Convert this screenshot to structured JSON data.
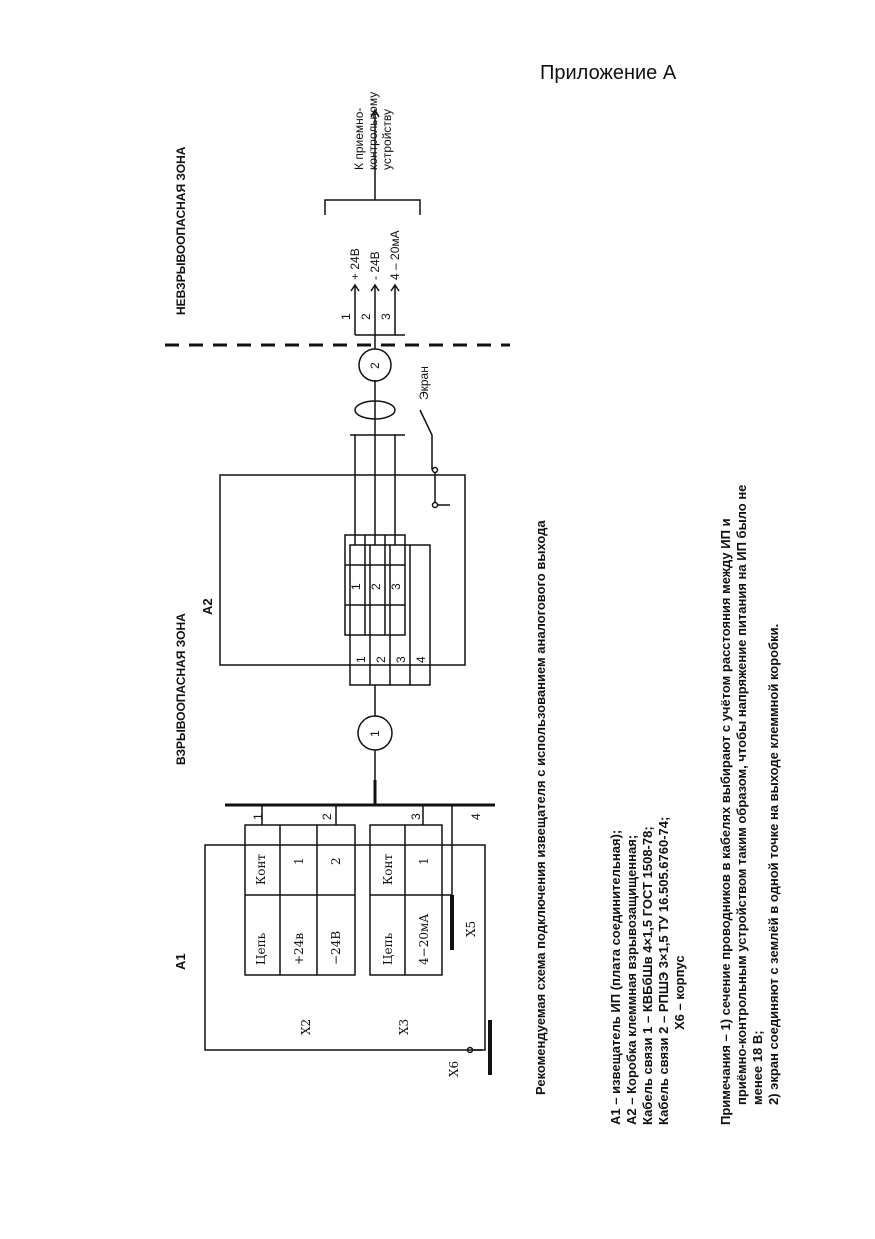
{
  "page": {
    "title": "Приложение А"
  },
  "diagram": {
    "caption": "Рекомендуемая схема подключения извещателя с использованием аналогового выхода",
    "zones": {
      "explosive": "ВЗРЫВООПАСНАЯ ЗОНА",
      "safe": "НЕВЗРЫВООПАСНАЯ ЗОНА"
    },
    "a1": {
      "label": "А1",
      "x2": {
        "label": "Х2",
        "header_circuit": "Цепь",
        "header_contact": "Конт",
        "rows": [
          {
            "circuit": "+24в",
            "contact": "1"
          },
          {
            "circuit": "−24В",
            "contact": "2"
          }
        ]
      },
      "x3": {
        "label": "Х3",
        "header_circuit": "Цепь",
        "header_contact": "Конт",
        "rows": [
          {
            "circuit": "4−20мА",
            "contact": "1"
          }
        ]
      },
      "x5": "Х5",
      "x6": "Х6"
    },
    "bus_wires": [
      "1",
      "2",
      "3",
      "4"
    ],
    "cable1": "1",
    "cable2": "2",
    "a2": {
      "label": "А2",
      "in_contacts": [
        "1",
        "2",
        "3",
        "4"
      ],
      "block": [
        "1",
        "2",
        "3"
      ]
    },
    "screen_label": "Экран",
    "outputs": [
      {
        "num": "1",
        "label": "+ 24В"
      },
      {
        "num": "2",
        "label": "- 24В"
      },
      {
        "num": "3",
        "label": "4 – 20мА"
      }
    ],
    "destination": [
      "К приемно-",
      "контрольному",
      "устройству"
    ]
  },
  "legend": [
    "А1 – извещатель ИП (плата соединительная);",
    "А2 – Коробка клеммная взрывозащищенная;",
    "Кабель связи 1 –  КВБбШв 4×1,5 ГОСТ 1508-78;",
    "Кабель связи 2 –  РПШЭ 3×1,5 ТУ 16.505.6760-74;",
    "Х6 –  корпус"
  ],
  "notes": [
    "Примечания – 1) сечение проводников в  кабелях  выбирают с учётом расстояния между ИП и",
    "приёмно-контрольным устройством таким образом, чтобы напряжение питания  на ИП было не",
    "менее 18 В;",
    "2) экран соединяют с землёй в одной точке на выходе клеммной коробки."
  ]
}
